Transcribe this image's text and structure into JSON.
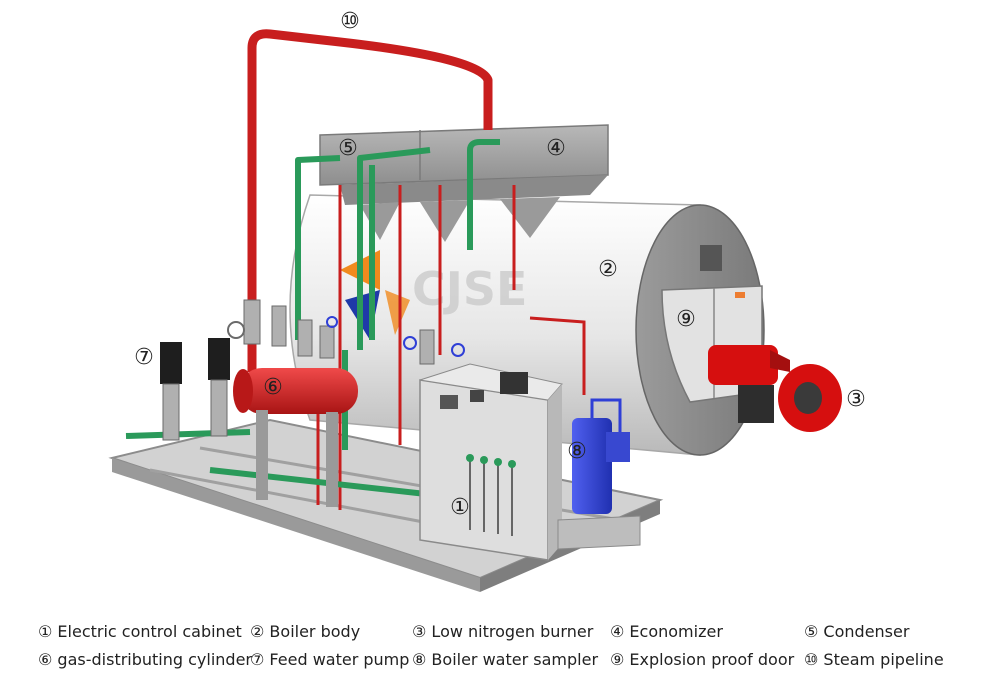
{
  "callouts": {
    "c1": "①",
    "c2": "②",
    "c3": "③",
    "c4": "④",
    "c5": "⑤",
    "c6": "⑥",
    "c7": "⑦",
    "c8": "⑧",
    "c9": "⑨",
    "c10": "⑩"
  },
  "legend": [
    "① Electric control cabinet",
    "② Boiler body",
    "③ Low nitrogen burner",
    "④ Economizer",
    "⑤ Condenser",
    "⑥ gas-distributing cylinder",
    "⑦ Feed water pump",
    "⑧ Boiler water sampler",
    "⑨ Explosion proof door",
    "⑩ Steam pipeline"
  ],
  "colors": {
    "steam_pipe": "#c81e1e",
    "water_pipe": "#2a9a5a",
    "burner": "#d60f0f",
    "sampler": "#2f3fd6",
    "frame": "#8c8c8c"
  }
}
